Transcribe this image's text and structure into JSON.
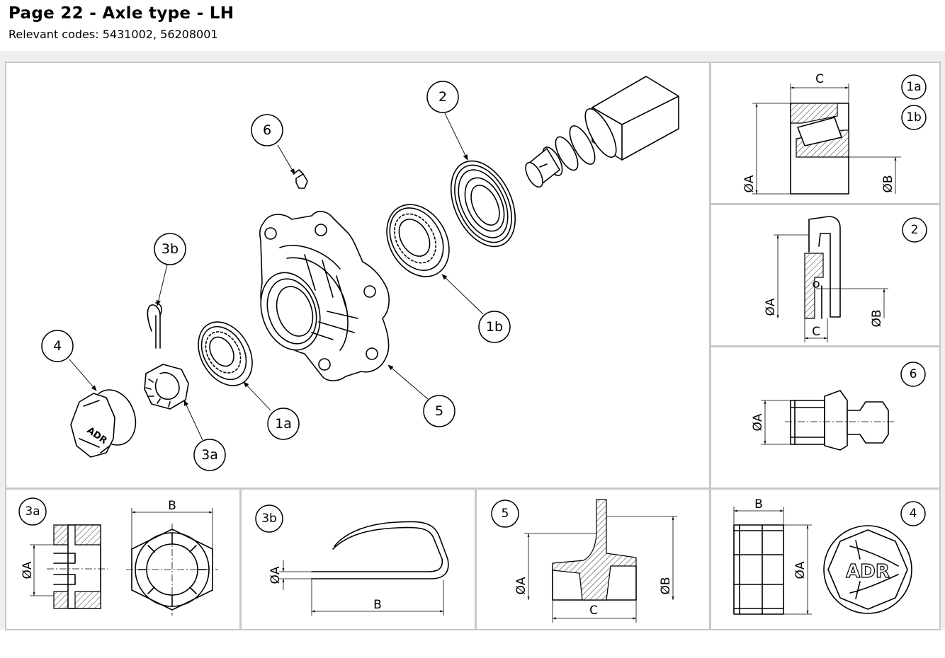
{
  "header": {
    "title": "Page 22 - Axle type - LH",
    "subtitle": "Relevant codes: 5431002, 56208001"
  },
  "main": {
    "callouts": [
      "6",
      "2",
      "3b",
      "1b",
      "4",
      "5",
      "1a",
      "3a"
    ],
    "cap_logo": "ADR"
  },
  "details": [
    {
      "id": "1a_1b",
      "bubbles": [
        "1a",
        "1b"
      ],
      "labels": [
        "C",
        "ØA",
        "ØB"
      ]
    },
    {
      "id": "2",
      "bubbles": [
        "2"
      ],
      "labels": [
        "ØA",
        "ØB",
        "C"
      ]
    },
    {
      "id": "6",
      "bubbles": [
        "6"
      ],
      "labels": [
        "ØA"
      ]
    },
    {
      "id": "3a",
      "bubbles": [
        "3a"
      ],
      "labels": [
        "B",
        "ØA"
      ]
    },
    {
      "id": "3b",
      "bubbles": [
        "3b"
      ],
      "labels": [
        "ØA",
        "B"
      ]
    },
    {
      "id": "5",
      "bubbles": [
        "5"
      ],
      "labels": [
        "ØA",
        "ØB",
        "C"
      ]
    },
    {
      "id": "4",
      "bubbles": [
        "4"
      ],
      "labels": [
        "B",
        "ØA"
      ],
      "logo": "ADR"
    }
  ]
}
